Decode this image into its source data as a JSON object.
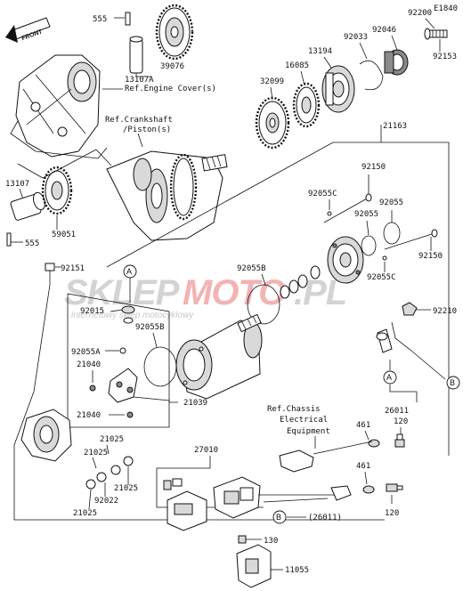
{
  "diagram_id": "E1840",
  "front_label": "FRONT",
  "watermark": {
    "brand_left": "SKLEP",
    "brand_right": "MOTO",
    "brand_tld": ".PL",
    "tagline": "internetowy sklep motocyklowy"
  },
  "parts": {
    "p555_top": "555",
    "p39076": "39076",
    "p13107A": "13107A",
    "p92200": "92200",
    "p92046": "92046",
    "p92033": "92033",
    "p13194": "13194",
    "p92153": "92153",
    "p16085": "16085",
    "p32099": "32099",
    "p21163": "21163",
    "p13107": "13107",
    "p555_bottom": "555",
    "p59051": "59051",
    "p92150_top": "92150",
    "p92055C_top": "92055C",
    "p92055_a": "92055",
    "p92055_b": "92055",
    "p92150_right": "92150",
    "p92055B_top": "92055B",
    "p92055C_right": "92055C",
    "p92151": "92151",
    "p92015": "92015",
    "p92055B_mid": "92055B",
    "p92055A": "92055A",
    "p21040_a": "21040",
    "p21040_b": "21040",
    "p21039": "21039",
    "p92210": "92210",
    "p26011": "26011",
    "p120_a": "120",
    "p461_a": "461",
    "p461_b": "461",
    "p120_b": "120",
    "p21025_a": "21025",
    "p21025_b": "21025",
    "p21025_c": "21025",
    "p21025_d": "21025",
    "p92022": "92022",
    "p27010": "27010",
    "p26011_paren": "(26011)",
    "p130": "130",
    "p11055": "11055"
  },
  "refs": {
    "engine_cover": "Ref.Engine Cover(s)",
    "crankshaft_1": "Ref.Crankshaft",
    "crankshaft_2": "/Piston(s)",
    "chassis_1": "Ref.Chassis",
    "chassis_2": "Electrical",
    "chassis_3": "Equipment"
  },
  "callouts": {
    "a": "A",
    "b": "B"
  },
  "colors": {
    "watermark_grey": "#c8c8c8",
    "watermark_red": "#f3b3b3",
    "line": "#111111"
  }
}
